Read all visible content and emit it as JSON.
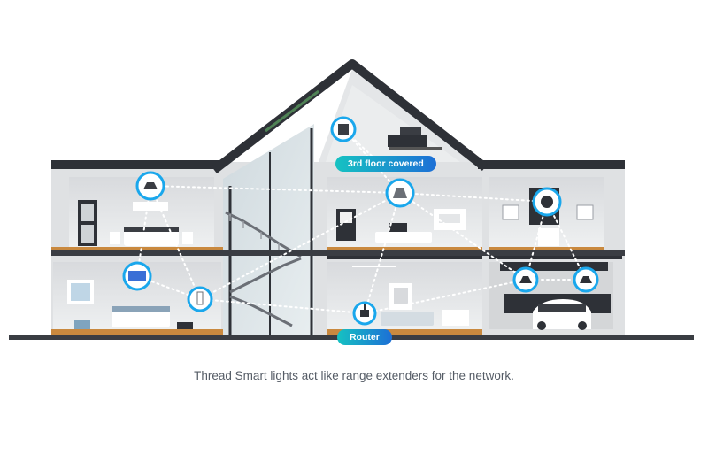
{
  "labels": {
    "third_floor": "3rd floor covered",
    "router": "Router"
  },
  "caption": "Thread Smart lights act like range extenders for the network.",
  "colors": {
    "roof": "#2e3137",
    "wall_exterior": "#dfe1e3",
    "wall_interior": "#eceeef",
    "floor_slab": "#3a3d43",
    "wood_floor": "#c9893f",
    "node_ring": "#1aa7ec",
    "link": "#ffffff",
    "caption_text": "#555c66",
    "pill_start": "#16c2c2",
    "pill_end": "#1d6fd6"
  },
  "icons": {
    "node": "smart-light-icon",
    "router": "router-icon"
  }
}
